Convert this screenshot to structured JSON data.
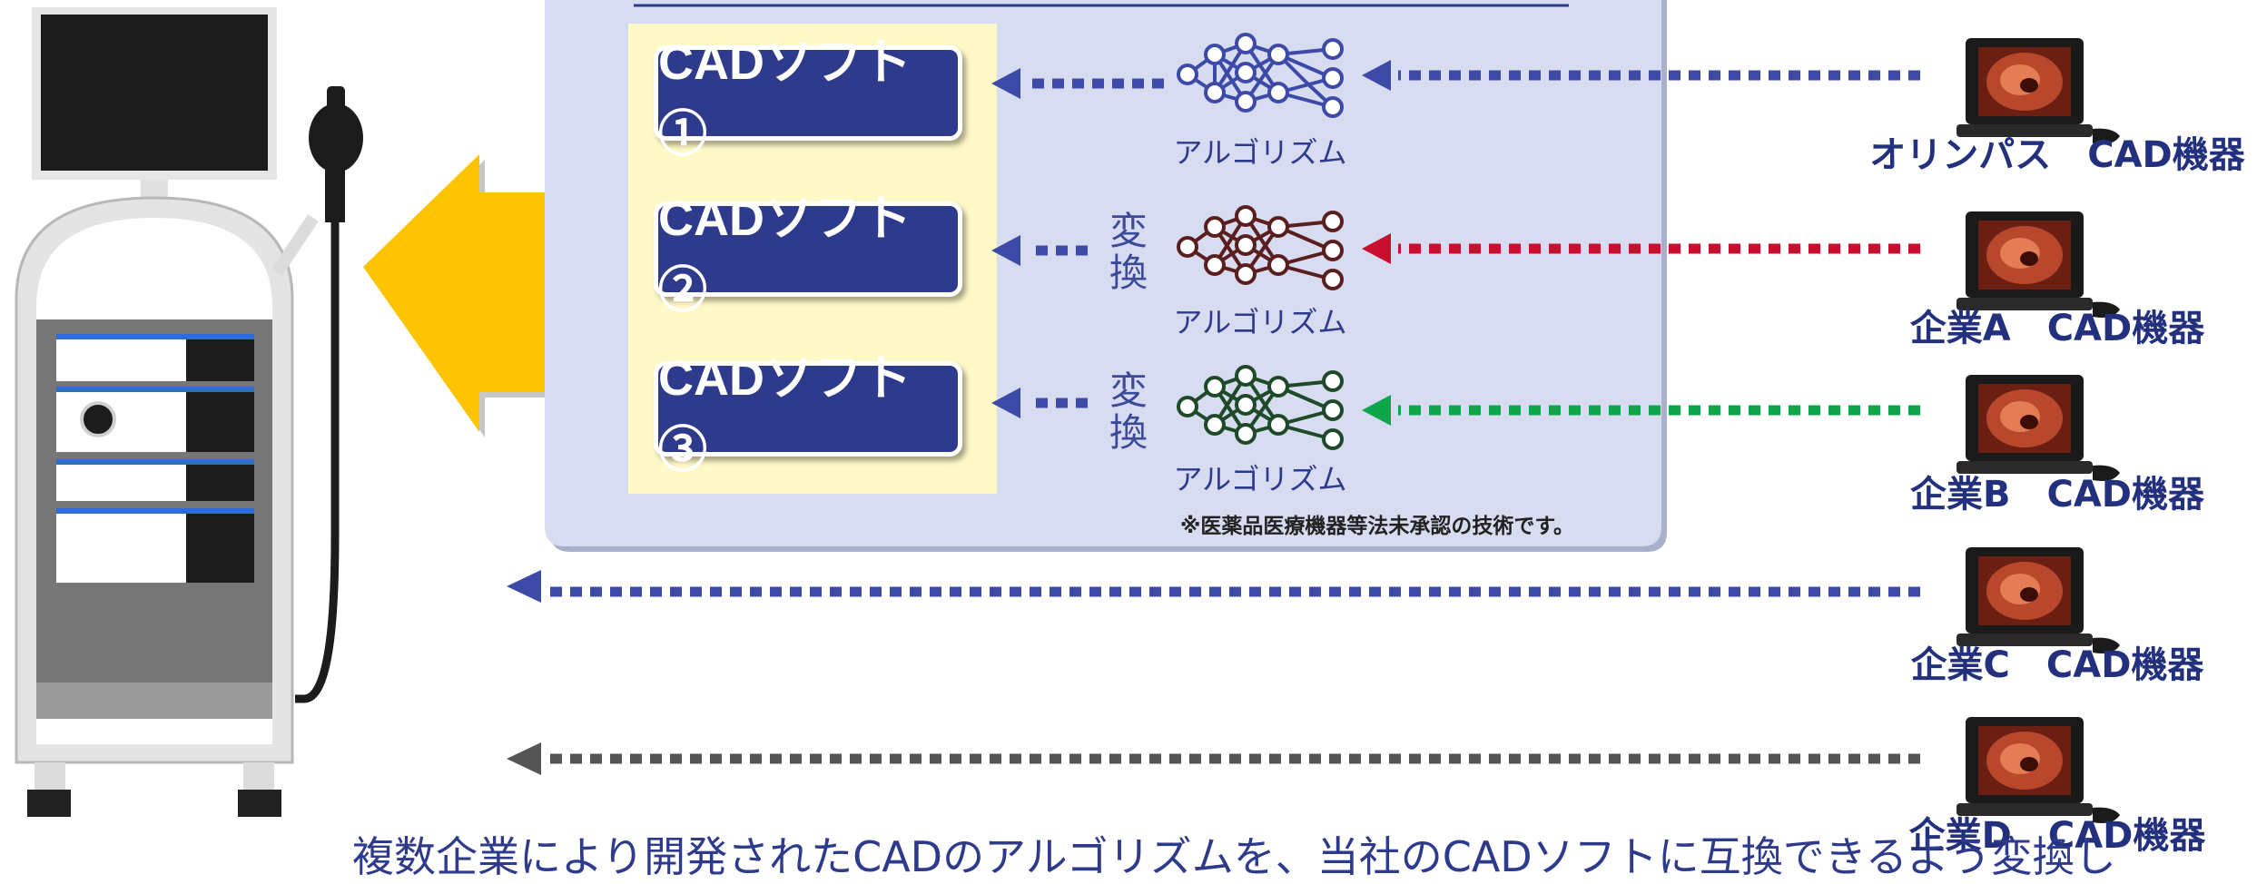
{
  "colors": {
    "panel_bg": "#d7dcf0",
    "soft_area": "#fff9c8",
    "button_bg": "#2e3a8c",
    "big_arrow": "#ffc400",
    "blue_link": "#3d4aa8",
    "red_link": "#c8102e",
    "green_link": "#0fa64b",
    "gray_link": "#555555",
    "net_dark_red": "#5a1e1e",
    "net_dark_green": "#1f4a2a"
  },
  "soft_buttons": [
    {
      "label": "CADソフト①"
    },
    {
      "label": "CADソフト②"
    },
    {
      "label": "CADソフト③"
    }
  ],
  "algorithms": [
    {
      "label": "アルゴリズム",
      "conversion": ""
    },
    {
      "label": "アルゴリズム",
      "conversion": "変換"
    },
    {
      "label": "アルゴリズム",
      "conversion": "変換"
    }
  ],
  "devices": [
    {
      "label": "オリンパス　CAD機器"
    },
    {
      "label": "企業A　CAD機器"
    },
    {
      "label": "企業B　CAD機器"
    },
    {
      "label": "企業C　CAD機器"
    },
    {
      "label": "企業D　CAD機器"
    }
  ],
  "note": "※医薬品医療機器等法未承認の技術です。",
  "caption": "複数企業により開発されたCADのアルゴリズムを、当社のCADソフトに互換できるよう変換し"
}
